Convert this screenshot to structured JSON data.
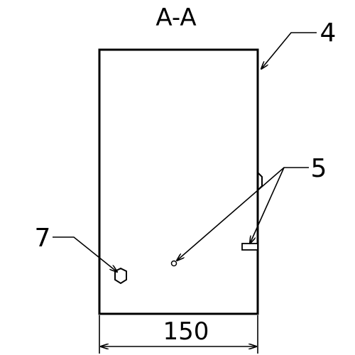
{
  "section_title": "A-A",
  "callouts": {
    "part_4": "4",
    "part_5": "5",
    "part_7": "7"
  },
  "dimension": {
    "width_label": "150"
  }
}
